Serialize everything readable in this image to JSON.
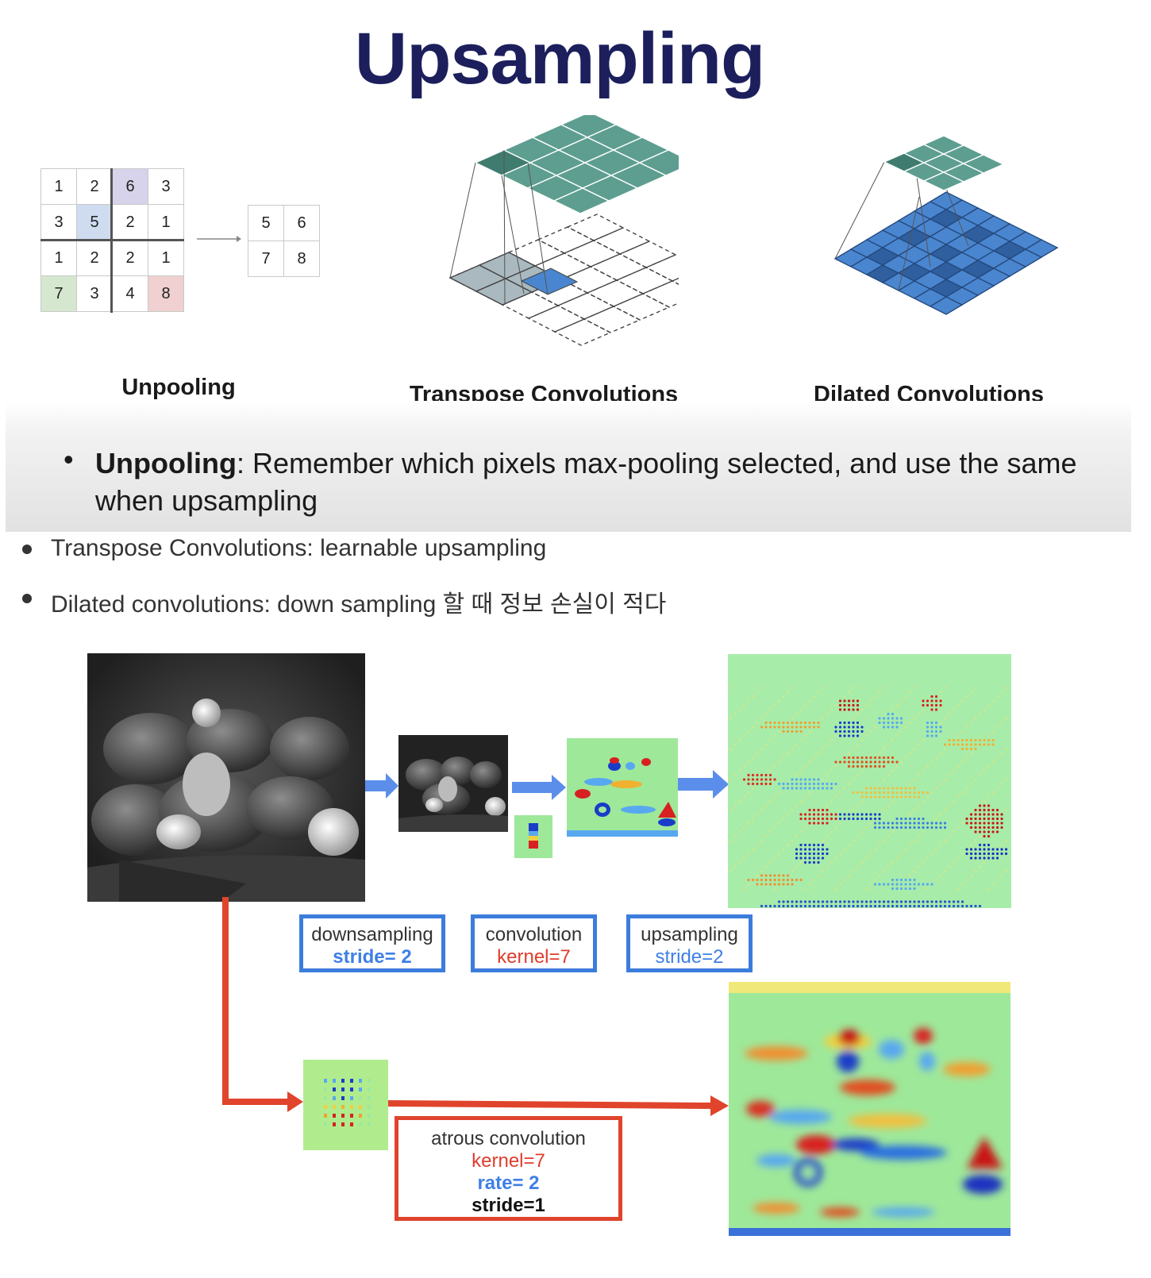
{
  "slide": {
    "title": "Upsampling",
    "unpool_input": [
      [
        "1",
        "2",
        "6",
        "3"
      ],
      [
        "3",
        "5",
        "2",
        "1"
      ],
      [
        "1",
        "2",
        "2",
        "1"
      ],
      [
        "7",
        "3",
        "4",
        "8"
      ]
    ],
    "unpool_output": [
      [
        "5",
        "6"
      ],
      [
        "7",
        "8"
      ]
    ],
    "captions": {
      "unpooling": "Unpooling",
      "transpose": "Transpose Convolutions",
      "dilated": "Dilated Convolutions"
    },
    "band_bullet": "•",
    "band_bold": "Unpooling",
    "band_rest": ": Remember which pixels max-pooling selected, and use the same when upsampling"
  },
  "bullets": [
    "Transpose Convolutions: learnable upsampling",
    "Dilated convolutions: down sampling 할 때 정보 손실이 적다"
  ],
  "figure": {
    "downsampling": {
      "label": "downsampling",
      "param": "stride= 2"
    },
    "convolution": {
      "label": "convolution",
      "param": "kernel=7"
    },
    "upsampling": {
      "label": "upsampling",
      "param": "stride=2"
    },
    "atrous": {
      "label": "atrous convolution",
      "kernel": "kernel=7",
      "rate": "rate= 2",
      "stride": "stride=1"
    }
  },
  "colors": {
    "title": "#1c1f5c",
    "teal_grid": "#5d9e90",
    "blue_grid": "#4a86cf",
    "arrow_blue": "#5b8eea",
    "arrow_red": "#e0442c",
    "heatmap_bg": "#9ee89a",
    "cell_purple": "#d6d3ea",
    "cell_blue": "#cfdcf0",
    "cell_green": "#d5e8cf",
    "cell_red": "#f0d0d0"
  }
}
